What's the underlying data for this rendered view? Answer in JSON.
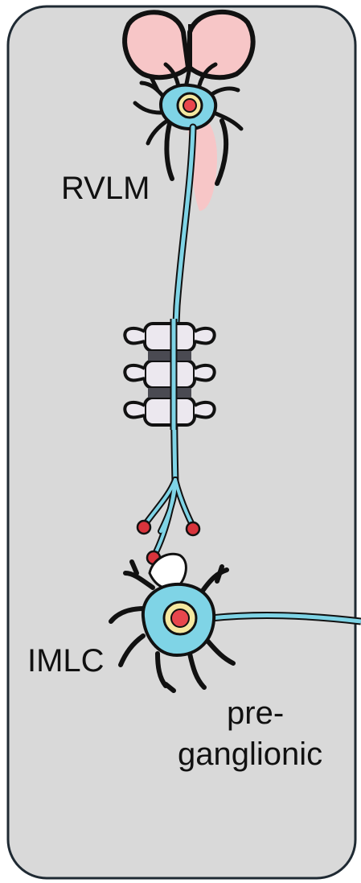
{
  "labels": {
    "rvlm": "RVLM",
    "imlc": "IMLC",
    "preganglionic_line1": "pre-",
    "preganglionic_line2": "ganglionic"
  },
  "colors": {
    "panel_fill": "#d9d9d9",
    "panel_border": "#1f2a33",
    "axon": "#7fd4e6",
    "brain": "#f7c6c7",
    "nucleus": "#e8474d",
    "nucleus_ring": "#f5e8a0",
    "vertebra": "#ece8ef",
    "terminal": "#d9343c",
    "outline": "#111111"
  },
  "icons": [
    "brain-icon",
    "neuron-icon",
    "spine-icon",
    "synapse-icon"
  ]
}
